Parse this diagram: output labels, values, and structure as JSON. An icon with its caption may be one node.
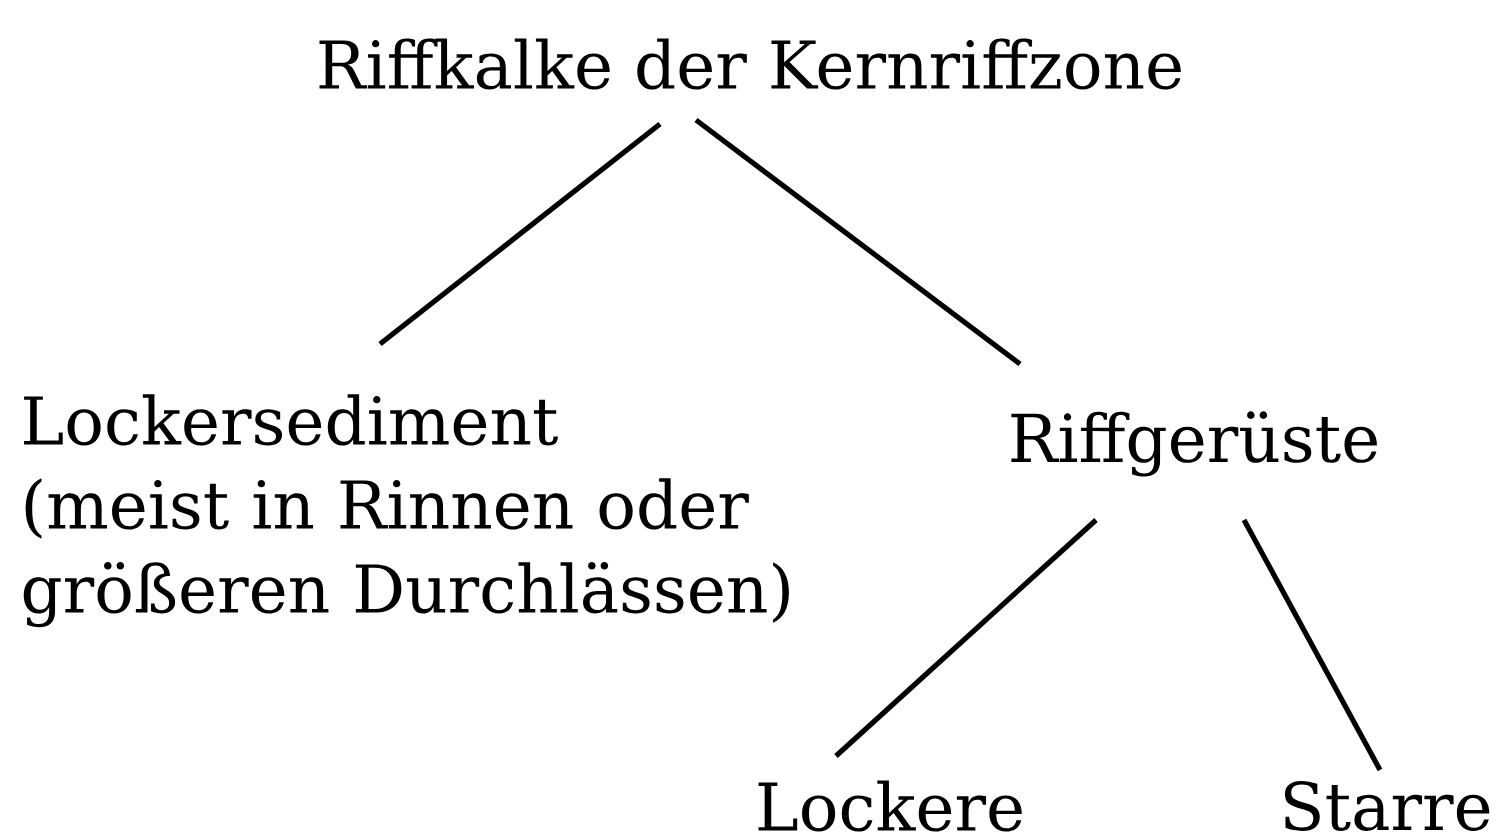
{
  "diagram": {
    "nodes": [
      {
        "text": [
          "Riffkalke der Kernriffzone"
        ]
      },
      {
        "text": [
          "Lockersediment (meist in Rinnen oder größeren Durchlässen)"
        ]
      },
      {
        "text": [
          "Riffgerüste"
        ]
      },
      {
        "text": [
          "Lockere"
        ]
      },
      {
        "text": [
          "Starre"
        ]
      }
    ],
    "edges": [
      {
        "from": 0,
        "to": 1,
        "arrow": "none"
      },
      {
        "from": 0,
        "to": 2,
        "arrow": "none"
      },
      {
        "from": 2,
        "to": 3,
        "arrow": "none"
      },
      {
        "from": 2,
        "to": 4,
        "arrow": "none"
      }
    ]
  }
}
